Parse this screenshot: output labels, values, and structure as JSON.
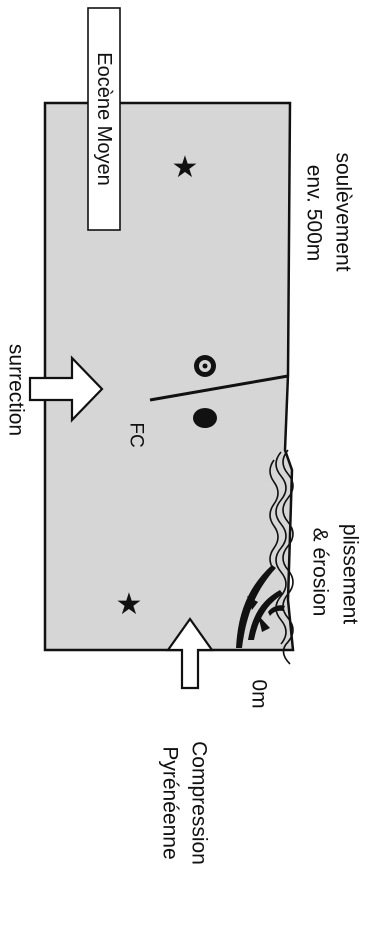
{
  "labels": {
    "period": "Eocène Moyen",
    "uplift": "soulèvement",
    "uplift_amount": "env. 500m",
    "folding": "plissement",
    "erosion": "& érosion",
    "sea_level": "0m",
    "compression_1": "Compression",
    "compression_2": "Pyrénéenne",
    "surrection": "surrection",
    "fault_label": "FC"
  },
  "colors": {
    "block_fill": "#d6d6d6",
    "ink": "#111111",
    "background": "#ffffff"
  },
  "symbols": [
    "star-icon",
    "star-icon",
    "circle-dot-icon",
    "filled-circle-icon"
  ]
}
